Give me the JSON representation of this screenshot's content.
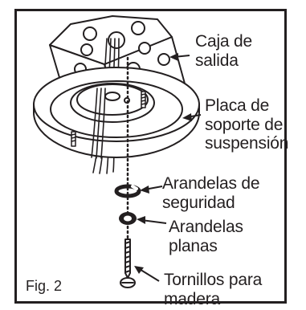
{
  "labels": {
    "outlet_box": [
      "Caja de",
      "salida"
    ],
    "mounting_bracket": [
      "Placa de",
      "soporte de",
      "suspensión"
    ],
    "lock_washers": [
      "Arandelas de",
      "seguridad"
    ],
    "flat_washers": [
      "Arandelas",
      "planas"
    ],
    "wood_screws": [
      "Tornillos para",
      "madera"
    ]
  },
  "figure_label": "Fig. 2",
  "colors": {
    "line": "#231f20",
    "fill": "#ffffff",
    "dark": "#231f20"
  }
}
